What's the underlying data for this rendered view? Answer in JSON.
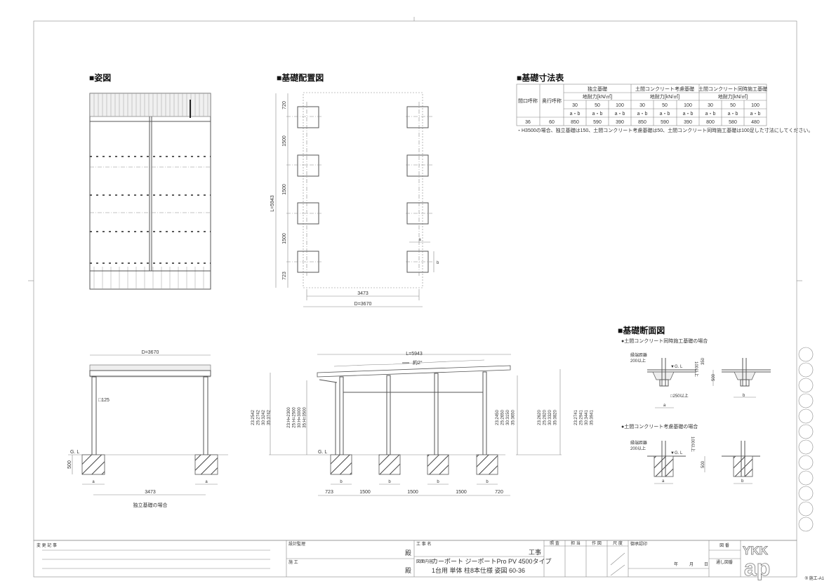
{
  "sections": {
    "elevation_title": "■姿図",
    "layout_title": "■基礎配置図",
    "table_title": "■基礎寸法表",
    "section_title": "■基礎断面図"
  },
  "foundation_table": {
    "col_opening": "間口呼称",
    "col_depth": "奥行呼称",
    "groups": [
      "独立基礎",
      "土間コンクリート考慮基礎",
      "土間コンクリート同時施工基礎"
    ],
    "bearing_label": "地耐力[kN/㎡]",
    "bearing_values": [
      "30",
      "50",
      "100",
      "30",
      "50",
      "100",
      "30",
      "50",
      "100"
    ],
    "ab_label": "a・b",
    "row": {
      "opening": "36",
      "depth": "60",
      "values": [
        "850",
        "590",
        "390",
        "850",
        "590",
        "390",
        "800",
        "580",
        "480"
      ]
    },
    "note": "・H3500の場合、独立基礎は150、土間コンクリート考慮基礎は50、土間コンクリート同時施工基礎は100足した寸法にしてください。"
  },
  "layout_plan": {
    "length": "L=5943",
    "spacings": [
      "720",
      "1500",
      "1500",
      "1500",
      "723"
    ],
    "inner_width": "3473",
    "depth": "D=3670",
    "a": "a",
    "b": "b"
  },
  "front_elevation": {
    "depth": "D=3670",
    "post": "□125",
    "gl": "G. L",
    "footing_depth": "500",
    "a": "a",
    "span": "3473",
    "caption": "独立基礎の場合"
  },
  "side_elevation": {
    "length": "L=5943",
    "slope": "約2°",
    "gl": "G. L",
    "overall_left": [
      "23:2542",
      "25:2742",
      "30:3242",
      "35:3742"
    ],
    "height_h": [
      "23:H=2300",
      "25:H=2500",
      "30:H=3000",
      "35:H=3500"
    ],
    "right_1": [
      "23:2450",
      "25:2650",
      "30:3150",
      "35:3650"
    ],
    "right_2": [
      "23:2620",
      "25:2820",
      "30:3320",
      "35:3820"
    ],
    "right_3": [
      "23:2741",
      "25:2941",
      "30:3441",
      "35:3941"
    ],
    "b": "b",
    "spacings": [
      "723",
      "1500",
      "1500",
      "1500",
      "720"
    ]
  },
  "section": {
    "case1": "●土間コンクリート同時施工基礎の場合",
    "case2": "●土間コンクリート考慮基礎の場合",
    "edge_distance": "縁端距離",
    "edge_min": "200以上",
    "gl": "▼G. L",
    "min100": "100以上",
    "d350": "350",
    "d500": "500",
    "sq250": "□250以上",
    "a": "a",
    "b": "b"
  },
  "title_block": {
    "change_log": "変 更 記 事",
    "design_supervision": "設計監理",
    "construction": "施 工",
    "honorific": "殿",
    "project_name_label": "工 事 名",
    "project_suffix": "工事",
    "drawing_content_label": "図面内容",
    "drawing_line1": "カーポート ジーポートPro PV 4500タイプ",
    "drawing_line2": "1台用 単体 柱8本仕様 姿図 60-36",
    "stamps": [
      "照 査",
      "担 当",
      "作 図",
      "尺 度"
    ],
    "approval": "御承認印",
    "date": [
      "年",
      "月",
      "日"
    ],
    "drawing_no": "図 番",
    "serial_label": "通し図番",
    "logo": "YKK ap",
    "sheet": "® 施工-A1"
  }
}
